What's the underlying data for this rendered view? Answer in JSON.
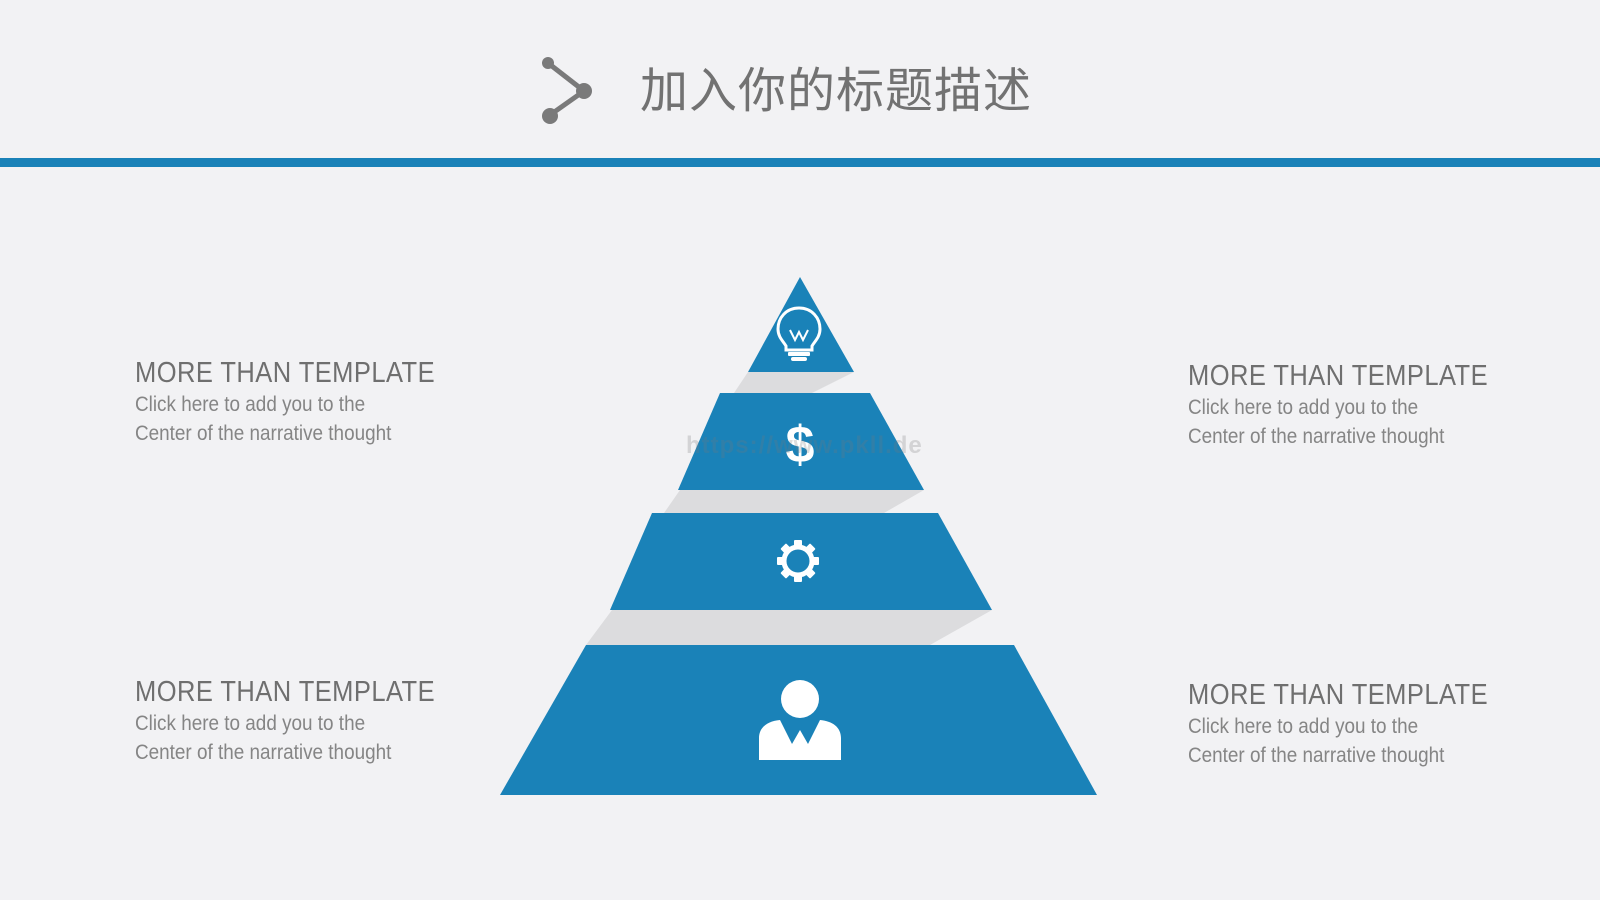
{
  "slide": {
    "title": "加入你的标题描述",
    "watermark": "https://www.pkll.de",
    "colors": {
      "accent": "#1a82b8",
      "background": "#f2f2f4",
      "shadow": "#dcdcde",
      "title_text": "#727272",
      "body_text": "#858585",
      "icon": "#ffffff"
    },
    "header_icon": "share-nodes-icon"
  },
  "pyramid": {
    "tiers": [
      {
        "level": 1,
        "icon": "lightbulb-icon"
      },
      {
        "level": 2,
        "icon": "dollar-icon",
        "glyph": "$"
      },
      {
        "level": 3,
        "icon": "gear-icon"
      },
      {
        "level": 4,
        "icon": "user-icon"
      }
    ]
  },
  "text_blocks": {
    "top_left": {
      "heading": "MORE THAN TEMPLATE",
      "line1": "Click here to add  you to the",
      "line2": "Center of the  narrative thought"
    },
    "top_right": {
      "heading": "MORE THAN TEMPLATE",
      "line1": "Click here to add  you to the",
      "line2": "Center of the  narrative thought"
    },
    "bottom_left": {
      "heading": "MORE THAN TEMPLATE",
      "line1": "Click here to add  you to the",
      "line2": "Center of the  narrative thought"
    },
    "bottom_right": {
      "heading": "MORE THAN TEMPLATE",
      "line1": "Click here to add  you to the",
      "line2": "Center of the  narrative thought"
    }
  }
}
